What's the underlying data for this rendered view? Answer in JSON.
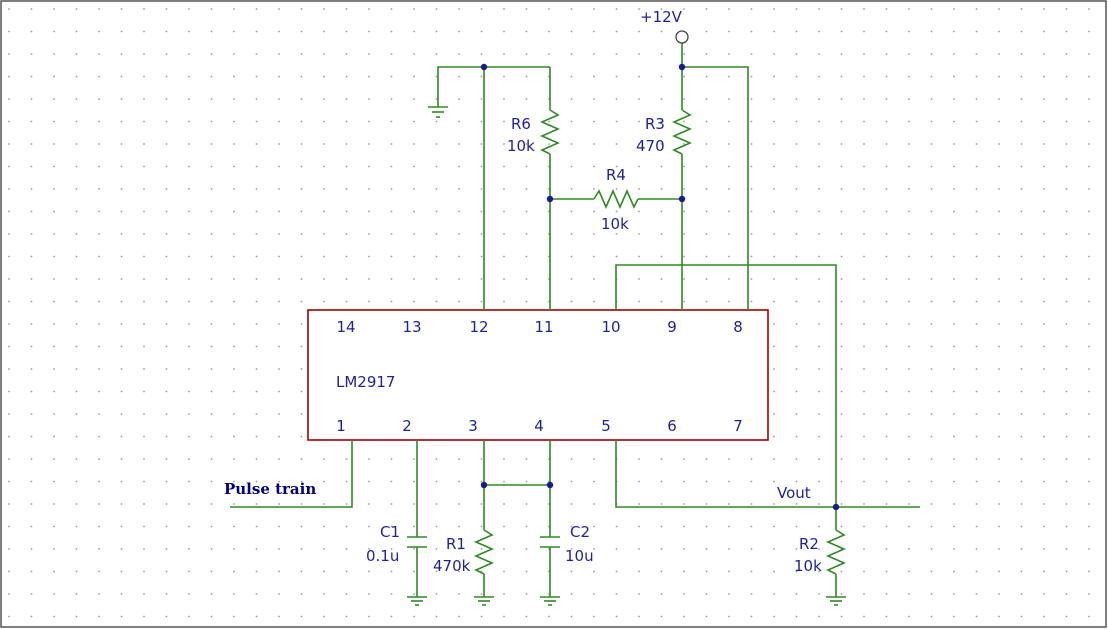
{
  "schematic": {
    "ic": {
      "part": "LM2917",
      "top_pins": [
        "14",
        "13",
        "12",
        "11",
        "10",
        "9",
        "8"
      ],
      "bottom_pins": [
        "1",
        "2",
        "3",
        "4",
        "5",
        "6",
        "7"
      ]
    },
    "supply_label": "+12V",
    "input_label": "Pulse train",
    "output_label": "Vout",
    "components": {
      "r1": {
        "ref": "R1",
        "value": "470k"
      },
      "r2": {
        "ref": "R2",
        "value": "10k"
      },
      "r3": {
        "ref": "R3",
        "value": "470"
      },
      "r4": {
        "ref": "R4",
        "value": "10k"
      },
      "r6": {
        "ref": "R6",
        "value": "10k"
      },
      "c1": {
        "ref": "C1",
        "value": "0.1u"
      },
      "c2": {
        "ref": "C2",
        "value": "10u"
      }
    },
    "colors": {
      "wire": "#2e8b22",
      "ic_body": "#a40000",
      "text": "#1f1f9e",
      "grid_dot": "#9a9a9a",
      "border": "#555555"
    }
  }
}
